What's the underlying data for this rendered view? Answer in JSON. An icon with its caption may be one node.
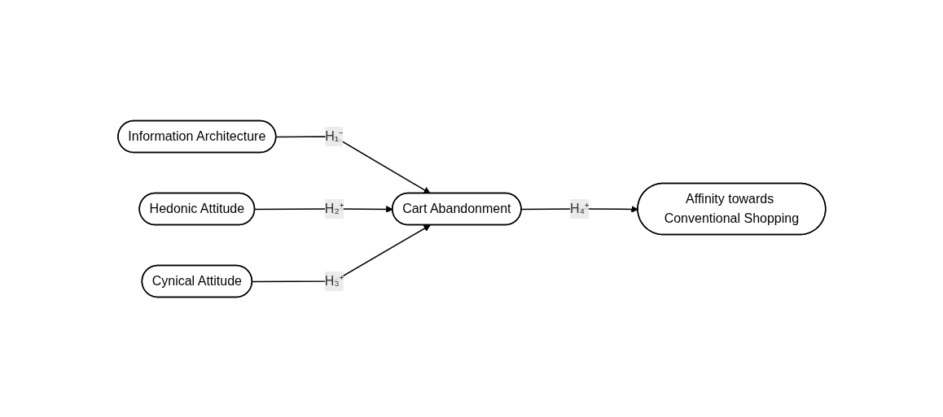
{
  "diagram": {
    "nodes": [
      {
        "text": [
          "Information Architecture"
        ]
      },
      {
        "text": [
          "Hedonic Attitude"
        ]
      },
      {
        "text": [
          "Cynical Attitude"
        ]
      },
      {
        "text": [
          "Cart Abandonment"
        ]
      },
      {
        "text": [
          "Affinity towards Conventional Shopping"
        ]
      }
    ],
    "edges": [
      {
        "from": 0,
        "to": 3,
        "arrow": "to",
        "label": "H₁⁻"
      },
      {
        "from": 1,
        "to": 3,
        "arrow": "to",
        "label": "H₂⁺"
      },
      {
        "from": 2,
        "to": 3,
        "arrow": "to",
        "label": "H₃⁺"
      },
      {
        "from": 3,
        "to": 4,
        "arrow": "to",
        "label": "H₄⁺"
      }
    ]
  }
}
